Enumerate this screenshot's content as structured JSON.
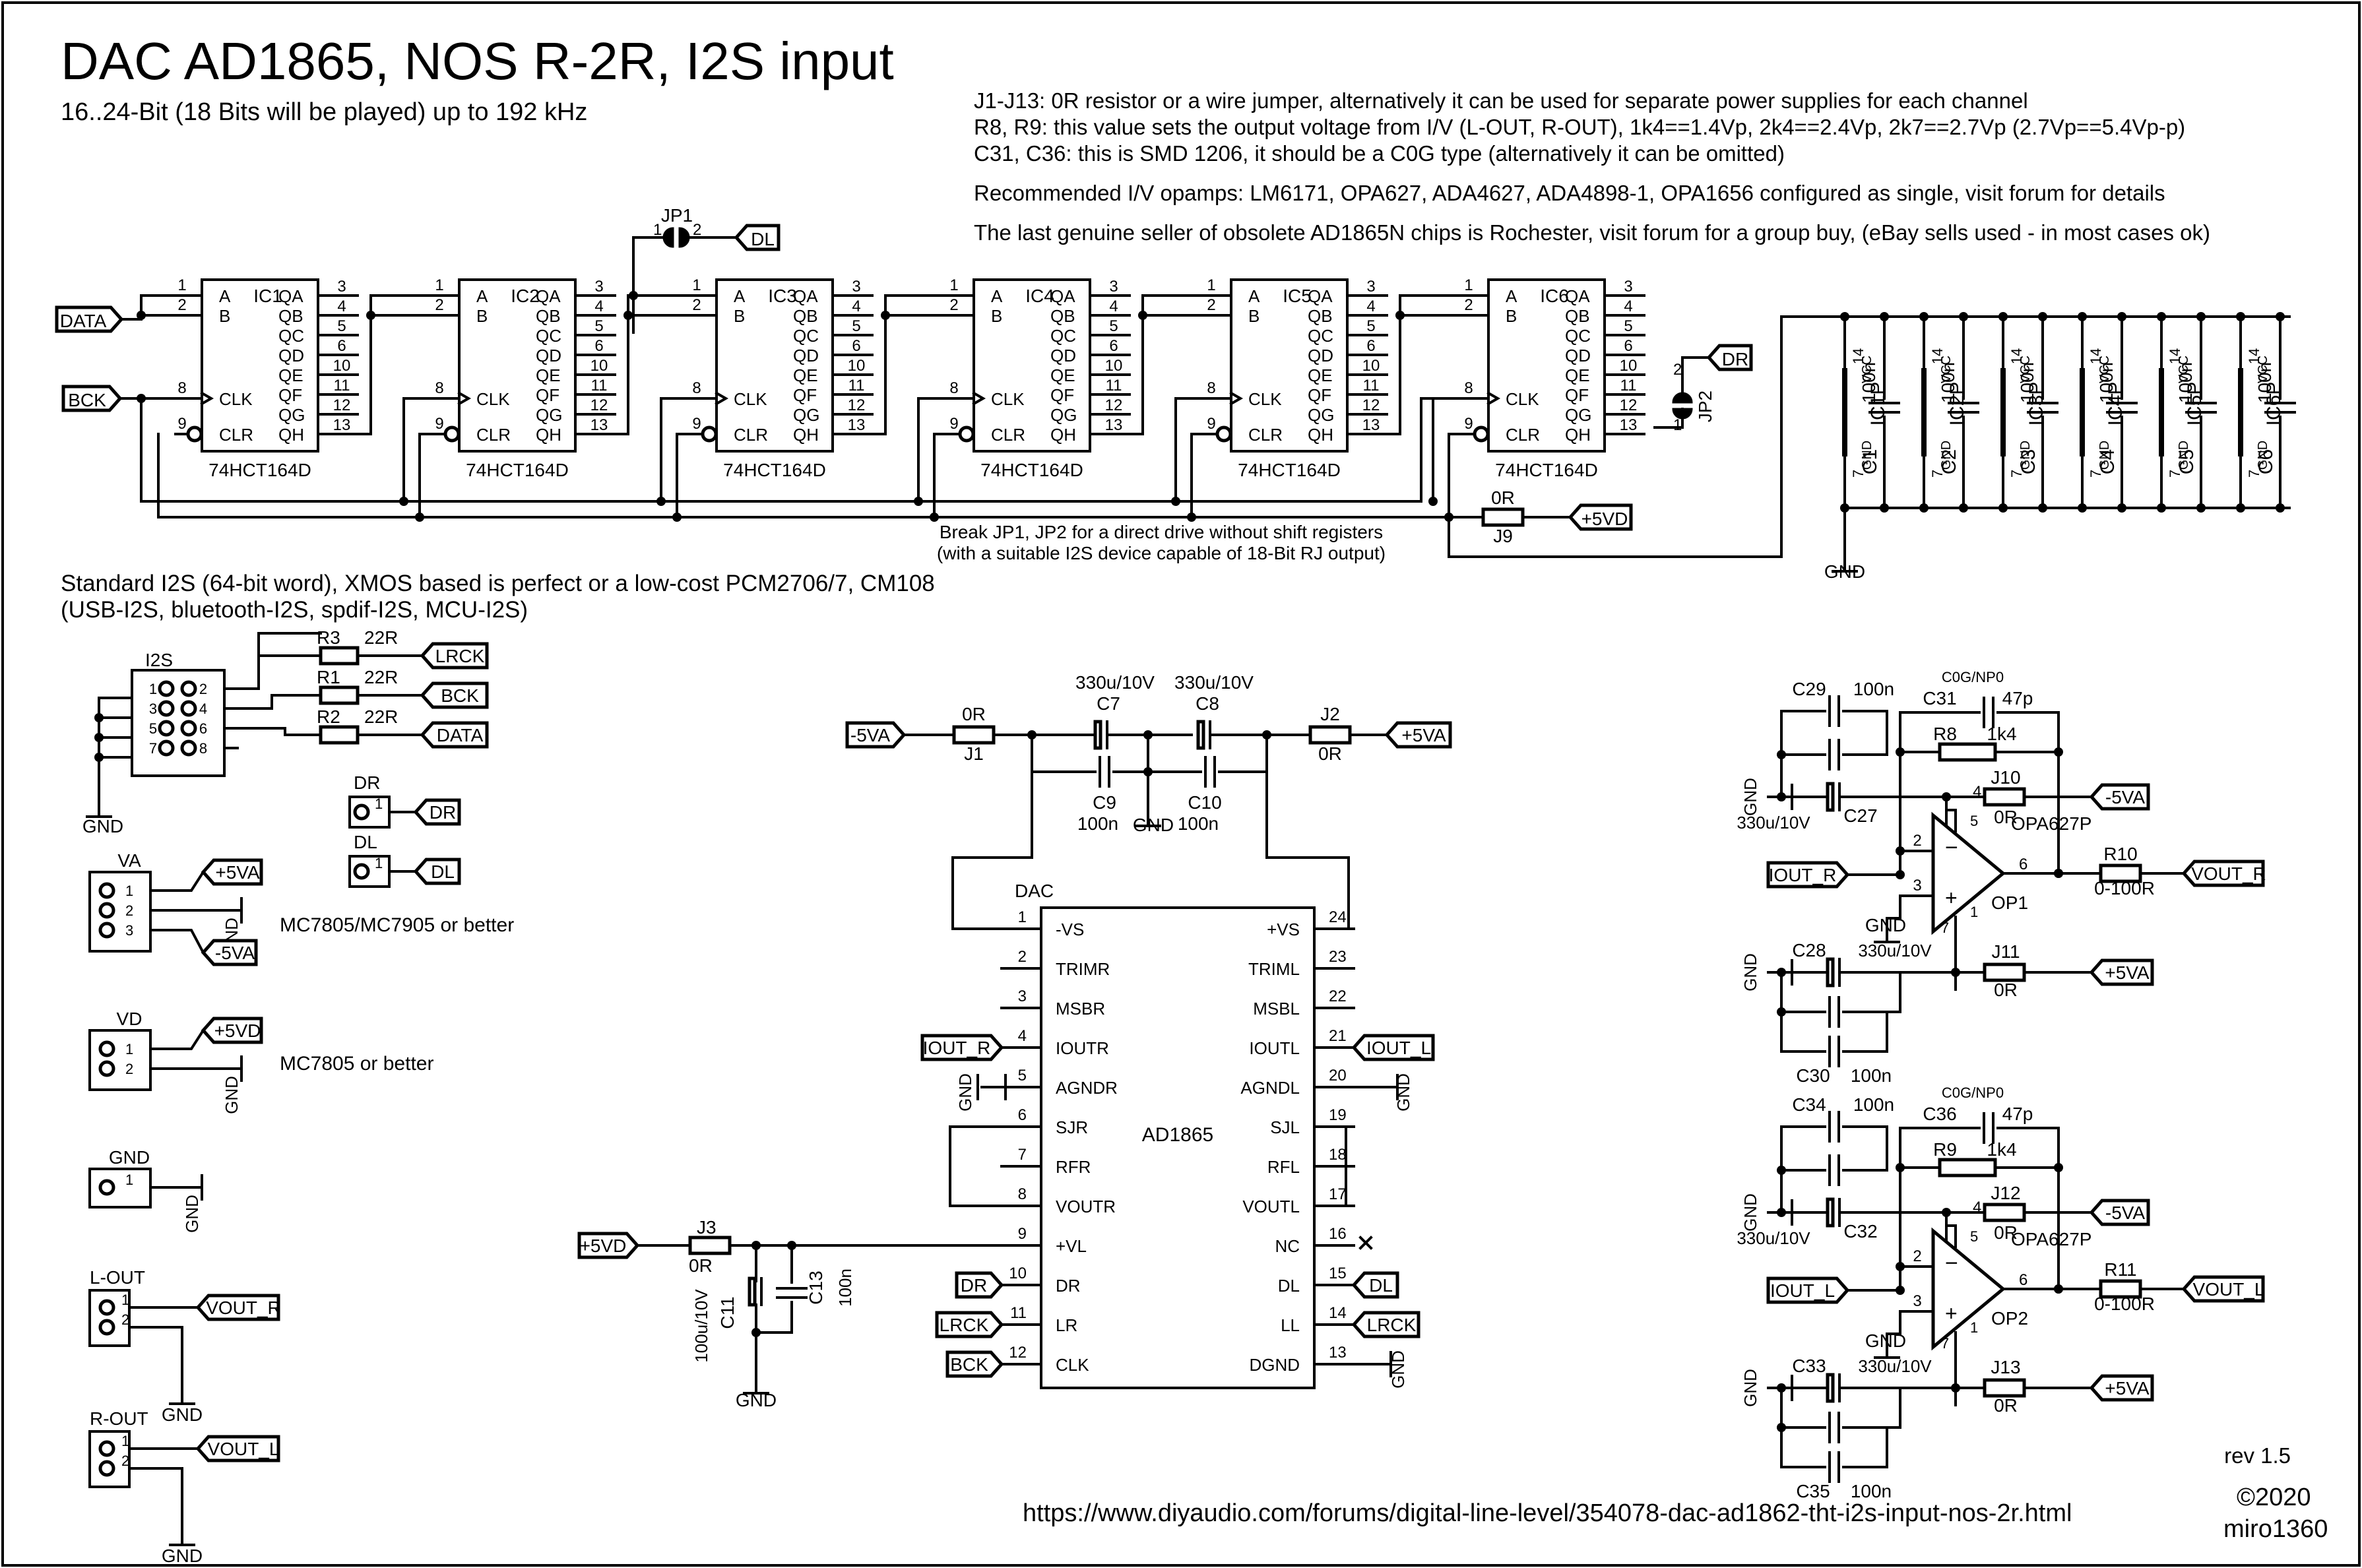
{
  "header": {
    "title": "DAC AD1865, NOS R-2R, I2S input",
    "subtitle": "16..24-Bit (18 Bits will be played) up to 192 kHz"
  },
  "notes": [
    "J1-J13: 0R resistor or a wire jumper, alternatively it can be used for separate power supplies for each channel",
    "R8, R9: this value sets the output voltage from I/V (L-OUT, R-OUT), 1k4==1.4Vp, 2k4==2.4Vp, 2k7==2.7Vp (2.7Vp==5.4Vp-p)",
    "C31, C36: this is SMD 1206, it should be a C0G type (alternatively it can be omitted)",
    "Recommended I/V opamps: LM6171, OPA627, ADA4627, ADA4898-1, OPA1656 configured as single, visit forum for details",
    "The last genuine seller of obsolete AD1865N chips is Rochester, visit forum for a group buy, (eBay sells used - in most cases ok)"
  ],
  "i2s_note": [
    "Standard I2S (64-bit word), XMOS based is perfect or a low-cost PCM2706/7, CM108",
    "(USB-I2S, bluetooth-I2S, spdif-I2S, MCU-I2S)"
  ],
  "break_note": [
    "Break JP1, JP2 for a direct drive without shift registers",
    "(with a suitable I2S device capable of 18-Bit RJ output)"
  ],
  "shift_registers": {
    "part": "74HCT164D",
    "refs": [
      "IC1",
      "IC2",
      "IC3",
      "IC4",
      "IC5",
      "IC6"
    ],
    "inner_left": [
      "A",
      "B",
      "CLK",
      "CLR"
    ],
    "inner_right": [
      "QA",
      "QB",
      "QC",
      "QD",
      "QE",
      "QF",
      "QG",
      "QH"
    ],
    "left_pins": [
      "1",
      "2",
      "8",
      "9"
    ],
    "right_pins": [
      "3",
      "4",
      "5",
      "6",
      "10",
      "11",
      "12",
      "13"
    ]
  },
  "jumpers": {
    "jp1": "JP1",
    "jp2": "JP2",
    "j9": "J9",
    "j9_value": "0R",
    "pin1": "1",
    "pin2": "2"
  },
  "decoupling": {
    "caps": [
      "C1",
      "C2",
      "C3",
      "C4",
      "C5",
      "C6"
    ],
    "value": "100n",
    "power_refs": [
      "IC1P",
      "IC2P",
      "IC3P",
      "IC4P",
      "IC5P",
      "IC6P"
    ],
    "vcc": "VCC",
    "gnd": "GND",
    "pin_vcc": "14",
    "pin_gnd": "7"
  },
  "nets": {
    "data": "DATA",
    "bck": "BCK",
    "lrck": "LRCK",
    "dl": "DL",
    "dr": "DR",
    "p5vd": "+5VD",
    "p5va": "+5VA",
    "m5va": "-5VA",
    "gnd": "GND",
    "iout_r": "IOUT_R",
    "iout_l": "IOUT_L",
    "vout_r": "VOUT_R",
    "vout_l": "VOUT_L"
  },
  "i2s_connector": {
    "ref": "I2S",
    "pins": [
      "1",
      "2",
      "3",
      "4",
      "5",
      "6",
      "7",
      "8"
    ],
    "resistors": [
      {
        "ref": "R3",
        "value": "22R",
        "net": "LRCK"
      },
      {
        "ref": "R1",
        "value": "22R",
        "net": "BCK"
      },
      {
        "ref": "R2",
        "value": "22R",
        "net": "DATA"
      }
    ]
  },
  "connectors": {
    "dr": "DR",
    "dl": "DL",
    "va": "VA",
    "vd": "VD",
    "gnd": "GND",
    "lout": "L-OUT",
    "rout": "R-OUT",
    "va_reg": "MC7805/MC7905 or better",
    "vd_reg": "MC7805 or better"
  },
  "dac": {
    "ref": "DAC",
    "part": "AD1865",
    "left_pins": [
      "1",
      "2",
      "3",
      "4",
      "5",
      "6",
      "7",
      "8",
      "9",
      "10",
      "11",
      "12"
    ],
    "left_names": [
      "-VS",
      "TRIMR",
      "MSBR",
      "IOUTR",
      "AGNDR",
      "SJR",
      "RFR",
      "VOUTR",
      "+VL",
      "DR",
      "LR",
      "CLK"
    ],
    "right_pins": [
      "24",
      "23",
      "22",
      "21",
      "20",
      "19",
      "18",
      "17",
      "16",
      "15",
      "14",
      "13"
    ],
    "right_names": [
      "+VS",
      "TRIML",
      "MSBL",
      "IOUTL",
      "AGNDL",
      "SJL",
      "RFL",
      "VOUTL",
      "NC",
      "DL",
      "LL",
      "DGND"
    ]
  },
  "dac_power": {
    "c7": "C7",
    "c8": "C8",
    "c9": "C9",
    "c10": "C10",
    "bulk": "330u/10V",
    "small": "100n",
    "j1": "J1",
    "j2": "J2",
    "j3": "J3",
    "zero": "0R",
    "c11": "C11",
    "c11_value": "100u/10V",
    "c13": "C13",
    "c13_value": "100n"
  },
  "iv_right": {
    "op": "OP1",
    "part": "OPA627P",
    "c29": "C29",
    "c27": "C27",
    "c31": "C31",
    "c28": "C28",
    "c30": "C30",
    "r8": "R8",
    "r8_value": "1k4",
    "c31_value": "47p",
    "c0g": "C0G/NP0",
    "j10": "J10",
    "j11": "J11",
    "r10": "R10",
    "r10_value": "0-100R"
  },
  "iv_left": {
    "op": "OP2",
    "part": "OPA627P",
    "c34": "C34",
    "c32": "C32",
    "c36": "C36",
    "c33": "C33",
    "c35": "C35",
    "r9": "R9",
    "r9_value": "1k4",
    "c36_value": "47p",
    "c0g": "C0G/NP0",
    "j12": "J12",
    "j13": "J13",
    "r11": "R11",
    "r11_value": "0-100R"
  },
  "opamp_pins": {
    "inv": "2",
    "noninv": "3",
    "out": "6",
    "v7": "7",
    "v4": "4",
    "p1": "1",
    "p5": "5",
    "minus": "−",
    "plus": "+"
  },
  "footer": {
    "rev": "rev 1.5",
    "url": "https://www.diyaudio.com/forums/digital-line-level/354078-dac-ad1862-tht-i2s-input-nos-2r.html",
    "copyright": "©2020",
    "author": "miro1360"
  }
}
